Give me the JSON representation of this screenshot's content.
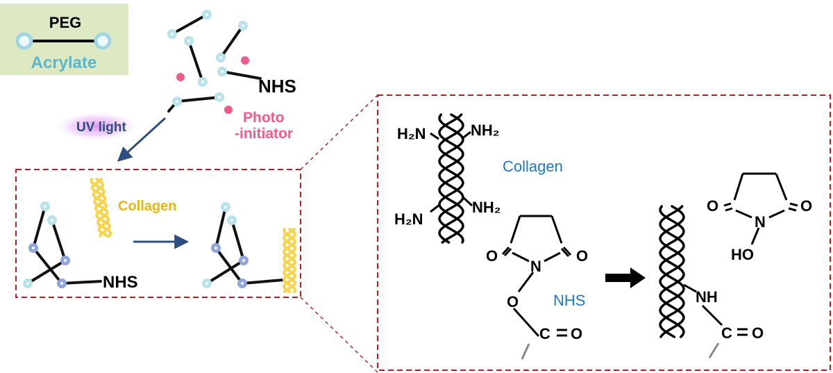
{
  "legend": {
    "peg_label": "PEG",
    "acrylate_label": "Acrylate"
  },
  "labels": {
    "nhs_top": "NHS",
    "photo_line1": "Photo",
    "photo_line2": "-initiator",
    "uv_light": "UV light",
    "collagen_left": "Collagen",
    "nhs_left": "NHS"
  },
  "detail": {
    "h2n_top": "H₂N",
    "nh2_top": "NH₂",
    "h2n_bottom": "H₂N",
    "nh2_bottom": "NH₂",
    "collagen": "Collagen",
    "o_left": "O",
    "n_ring": "N",
    "o_right": "O",
    "o_link": "O",
    "nhs": "NHS",
    "carbonyl_c": "C",
    "carbonyl_o": "O",
    "product_o_left": "O",
    "product_n": "N",
    "product_o_right": "O",
    "product_ho": "HO",
    "product_nh": "NH",
    "product_c": "C",
    "product_o": "O"
  },
  "colors": {
    "bead_light": "#b8e2ec",
    "bead_dark": "#8fa5dc",
    "photoinitiator": "#ef5b8c",
    "collagen_yellow": "#f6d44e",
    "collagen_text": "#e8b70f",
    "nhs_blue": "#1f78c4",
    "arrow_blue": "#2d4e7e",
    "uv_glow": "#d68cf0",
    "dashed_red": "#b21f1f",
    "legend_bg": "#dce9c2"
  }
}
